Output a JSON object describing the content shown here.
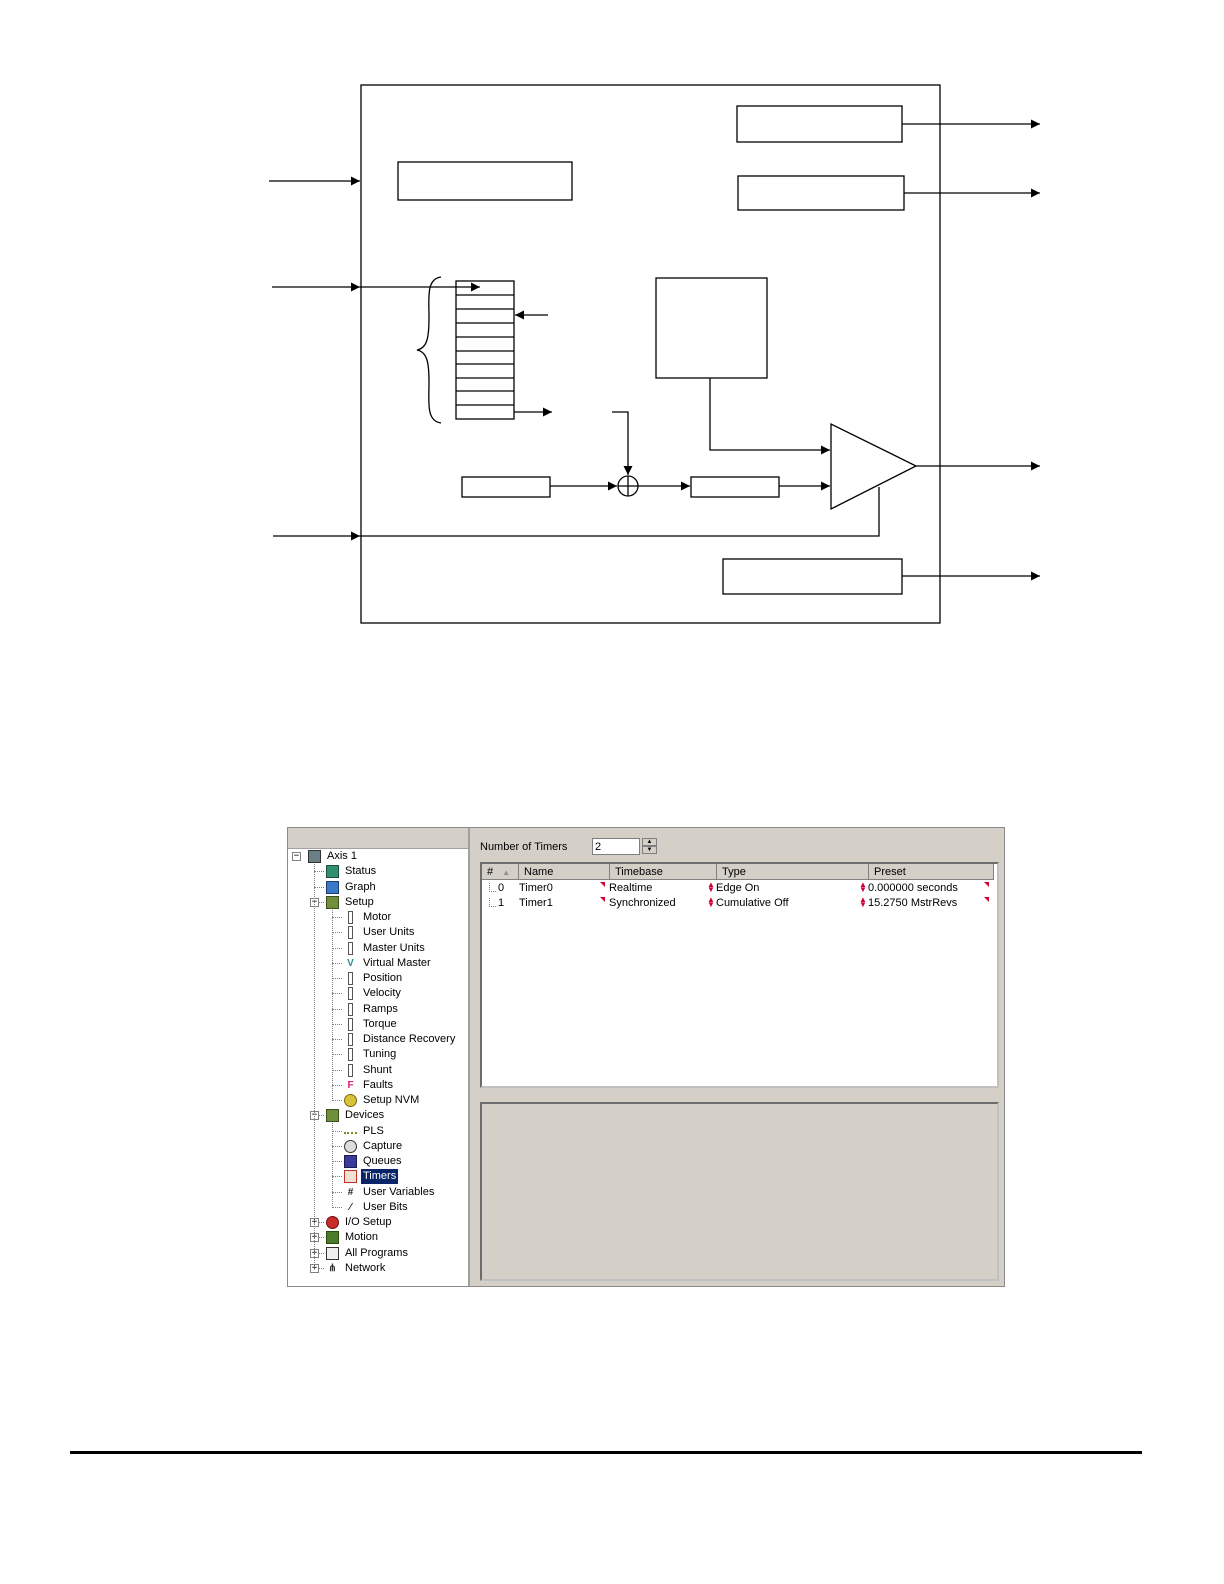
{
  "tree": {
    "items": [
      {
        "key": "axis",
        "label": "Axis 1",
        "icon": "drive-icon",
        "level": 0,
        "expander": "minus"
      },
      {
        "key": "status",
        "label": "Status",
        "icon": "status-monitor-icon",
        "level": 1
      },
      {
        "key": "graph",
        "label": "Graph",
        "icon": "graph-icon",
        "level": 1
      },
      {
        "key": "setup",
        "label": "Setup",
        "icon": "setup-folder-icon",
        "level": 1,
        "expander": "minus"
      },
      {
        "key": "motor",
        "label": "Motor",
        "icon": "parameter-icon",
        "level": 2
      },
      {
        "key": "user-units",
        "label": "User Units",
        "icon": "parameter-icon",
        "level": 2
      },
      {
        "key": "master-units",
        "label": "Master Units",
        "icon": "parameter-icon",
        "level": 2
      },
      {
        "key": "virtual-master",
        "label": "Virtual Master",
        "icon": "virtual-master-icon",
        "level": 2
      },
      {
        "key": "position",
        "label": "Position",
        "icon": "parameter-icon",
        "level": 2
      },
      {
        "key": "velocity",
        "label": "Velocity",
        "icon": "parameter-icon",
        "level": 2
      },
      {
        "key": "ramps",
        "label": "Ramps",
        "icon": "parameter-icon",
        "level": 2
      },
      {
        "key": "torque",
        "label": "Torque",
        "icon": "parameter-icon",
        "level": 2
      },
      {
        "key": "distance-recovery",
        "label": "Distance Recovery",
        "icon": "parameter-icon",
        "level": 2
      },
      {
        "key": "tuning",
        "label": "Tuning",
        "icon": "parameter-icon",
        "level": 2
      },
      {
        "key": "shunt",
        "label": "Shunt",
        "icon": "parameter-icon",
        "level": 2
      },
      {
        "key": "faults",
        "label": "Faults",
        "icon": "faults-icon",
        "level": 2
      },
      {
        "key": "setup-nvm",
        "label": "Setup NVM",
        "icon": "nvm-icon",
        "level": 2
      },
      {
        "key": "devices",
        "label": "Devices",
        "icon": "devices-folder-icon",
        "level": 1,
        "expander": "minus"
      },
      {
        "key": "pls",
        "label": "PLS",
        "icon": "pls-icon",
        "level": 2
      },
      {
        "key": "capture",
        "label": "Capture",
        "icon": "capture-icon",
        "level": 2
      },
      {
        "key": "queues",
        "label": "Queues",
        "icon": "queues-icon",
        "level": 2
      },
      {
        "key": "timers",
        "label": "Timers",
        "icon": "timer-icon",
        "level": 2,
        "selected": true
      },
      {
        "key": "user-variables",
        "label": "User Variables",
        "icon": "user-variables-icon",
        "level": 2
      },
      {
        "key": "user-bits",
        "label": "User Bits",
        "icon": "user-bits-icon",
        "level": 2
      },
      {
        "key": "io-setup",
        "label": "I/O Setup",
        "icon": "io-setup-icon",
        "level": 1,
        "expander": "plus"
      },
      {
        "key": "motion",
        "label": "Motion",
        "icon": "motion-icon",
        "level": 1,
        "expander": "plus"
      },
      {
        "key": "all-programs",
        "label": "All Programs",
        "icon": "programs-icon",
        "level": 1,
        "expander": "plus"
      },
      {
        "key": "network",
        "label": "Network",
        "icon": "network-icon",
        "level": 1,
        "expander": "plus"
      }
    ]
  },
  "timers_panel": {
    "count_label": "Number of Timers",
    "count_value": "2",
    "columns": [
      "#",
      "Name",
      "Timebase",
      "Type",
      "Preset"
    ],
    "rows": [
      {
        "num": "0",
        "name": "Timer0",
        "timebase": "Realtime",
        "type": "Edge On",
        "preset": "0.000000 seconds"
      },
      {
        "num": "1",
        "name": "Timer1",
        "timebase": "Synchronized",
        "type": "Cumulative Off",
        "preset": "15.2750 MstrRevs"
      }
    ]
  },
  "colors": {
    "selection": "#0a246a",
    "dialog_face": "#d4d0c8",
    "marker_red": "#cc0033"
  }
}
